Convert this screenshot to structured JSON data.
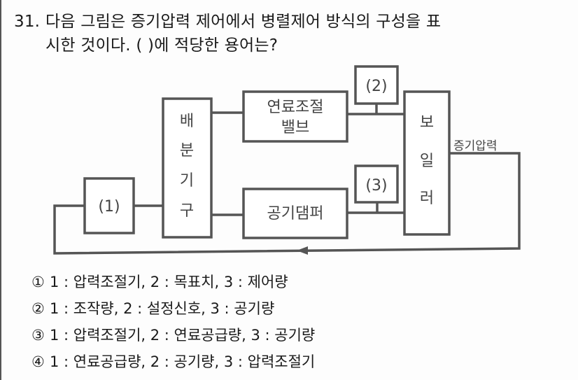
{
  "question": {
    "number": "31.",
    "text_line1": "다음 그림은 증기압력 제어에서 병렬제어 방식의 구성을 표",
    "text_line2": "시한 것이다. ( )에 적당한 용어는?"
  },
  "diagram": {
    "blank1": "(1)",
    "blank2": "(2)",
    "blank3": "(3)",
    "distributor": [
      "배",
      "분",
      "기",
      "구"
    ],
    "fuel_valve": [
      "연료조절",
      "밸브"
    ],
    "air_damper": "공기댐퍼",
    "boiler": [
      "보",
      "일",
      "러"
    ],
    "output_label": "증기압력"
  },
  "options": [
    {
      "mark": "①",
      "text": "1 : 압력조절기, 2 : 목표치, 3 : 제어량"
    },
    {
      "mark": "②",
      "text": "1 : 조작량, 2 : 설정신호, 3 : 공기량"
    },
    {
      "mark": "③",
      "text": "1 : 압력조절기, 2 : 연료공급량, 3 : 공기량"
    },
    {
      "mark": "④",
      "text": "1 : 연료공급량, 2 : 공기량, 3 : 압력조절기"
    }
  ]
}
